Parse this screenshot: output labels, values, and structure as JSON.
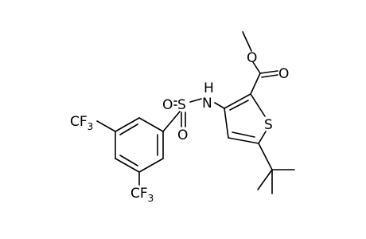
{
  "structure": {
    "atoms": {
      "o_methoxy": "O",
      "o_carbonyl": "O",
      "n_amide": "N",
      "h_amide": "H",
      "s_sulfonyl": "S",
      "o_sulfonyl_left": "O",
      "o_sulfonyl_bottom": "O",
      "s_thiophene": "S"
    },
    "groups": {
      "cf3_upper_main": "CF",
      "cf3_upper_sub": "3",
      "cf3_lower_main": "CF",
      "cf3_lower_sub": "3"
    }
  }
}
